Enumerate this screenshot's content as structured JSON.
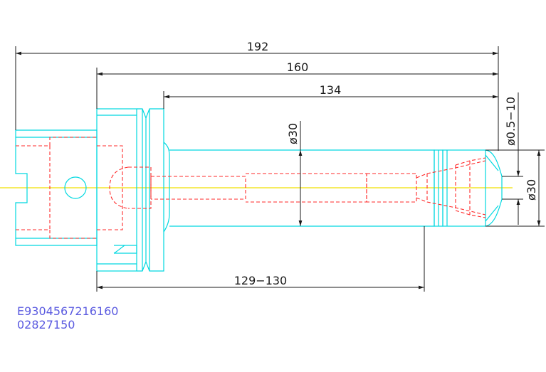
{
  "dimensions": {
    "overall_length": "192",
    "flange_to_tip": "160",
    "body_length": "134",
    "body_diameter": "ø30",
    "tip_range": "ø0.5−10",
    "nose_diameter": "ø30",
    "gauge_range": "129−130"
  },
  "codes": {
    "line1": "E9304567216160",
    "line2": "02827150"
  },
  "colors": {
    "outline": "#00d8e0",
    "hidden": "#ff2a2a",
    "centerline": "#f0e000",
    "dimension": "#1a1a1a",
    "code_text": "#5a5ae0"
  }
}
